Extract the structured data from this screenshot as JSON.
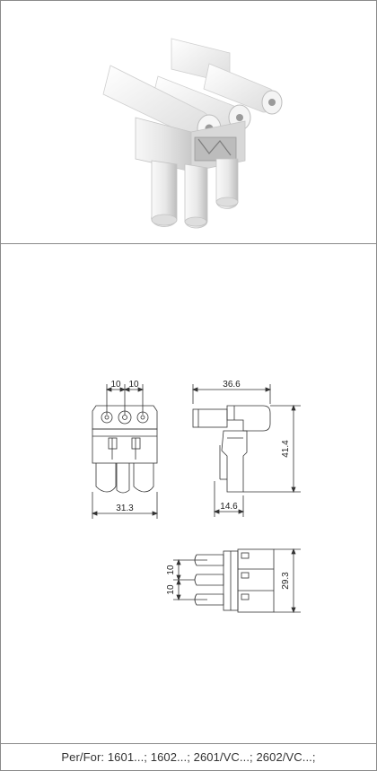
{
  "drawing": {
    "front_view": {
      "pitch_left": "10",
      "pitch_right": "10",
      "width": "31.3"
    },
    "side_view": {
      "length": "36.6",
      "height": "41.4",
      "depth": "14.6"
    },
    "bottom_view": {
      "pitch_upper": "10",
      "pitch_lower": "10",
      "overall": "29.3"
    }
  },
  "footer": {
    "caption": "Per/For: 1601...; 1602...; 2601/VC...; 2602/VC...;"
  },
  "colors": {
    "border": "#8a8a8a",
    "line": "#333333",
    "product": "#f2f2f2"
  }
}
